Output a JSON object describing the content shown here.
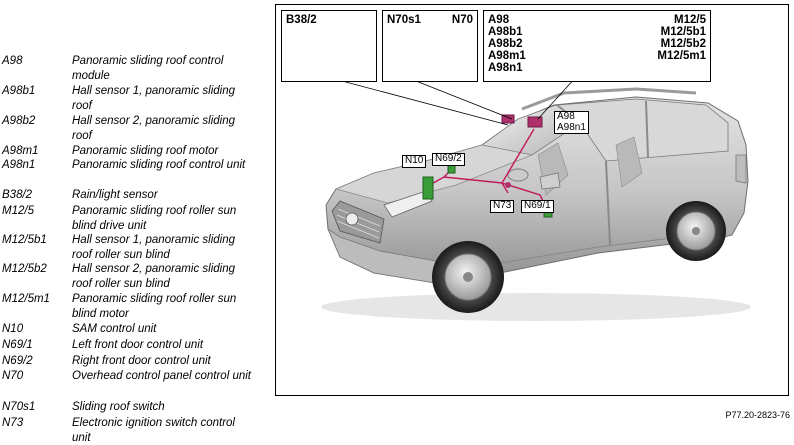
{
  "legend": [
    {
      "code": "A98",
      "desc": "Panoramic sliding roof control module"
    },
    {
      "code": "A98b1",
      "desc": "Hall sensor 1, panoramic sliding roof"
    },
    {
      "code": "A98b2",
      "desc": "Hall sensor 2, panoramic sliding roof"
    },
    {
      "code": "A98m1",
      "desc": "Panoramic sliding roof motor"
    },
    {
      "code": "A98n1",
      "desc": "Panoramic sliding roof control unit"
    },
    {
      "code": "B38/2",
      "desc": "Rain/light sensor"
    },
    {
      "code": "M12/5",
      "desc": "Panoramic sliding roof roller sun blind drive unit"
    },
    {
      "code": "M12/5b1",
      "desc": "Hall sensor 1, panoramic sliding roof roller sun blind"
    },
    {
      "code": "M12/5b2",
      "desc": "Hall sensor 2, panoramic sliding roof roller sun blind"
    },
    {
      "code": "M12/5m1",
      "desc": "Panoramic sliding roof roller sun blind motor"
    },
    {
      "code": "N10",
      "desc": "SAM control unit"
    },
    {
      "code": "N69/1",
      "desc": "Left front door control unit"
    },
    {
      "code": "N69/2",
      "desc": "Right front door control unit"
    },
    {
      "code": "N70",
      "desc": "Overhead control panel control unit"
    },
    {
      "code": "N70s1",
      "desc": "Sliding roof switch"
    },
    {
      "code": "N73",
      "desc": "Electronic ignition switch control unit"
    }
  ],
  "insets": {
    "b38": {
      "label": "B38/2"
    },
    "n70": {
      "label_left": "N70s1",
      "label_right": "N70"
    },
    "module": {
      "labels_left": [
        "A98",
        "A98b1",
        "A98b2",
        "A98m1",
        "A98n1"
      ],
      "labels_right": [
        "M12/5",
        "M12/5b1",
        "M12/5b2",
        "M12/5m1"
      ]
    }
  },
  "callouts": {
    "a98": [
      "A98",
      "A98n1"
    ],
    "n10": "N10",
    "n69_2": "N69/2",
    "n73": "N73",
    "n69_1": "N69/1"
  },
  "figure_code": "P77.20-2823-76",
  "colors": {
    "wiring": "#c2185b",
    "highlight_green": "#3a9d3a",
    "highlight_magenta": "#b0306e",
    "car_body": "#c8c8c8"
  }
}
